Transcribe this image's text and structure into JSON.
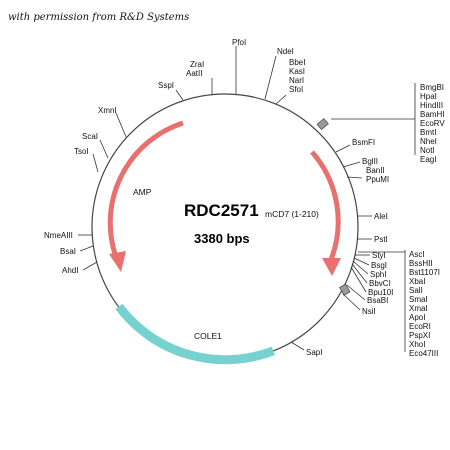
{
  "credit": "with permission from R&D Systems",
  "plasmid": {
    "name": "RDC2571",
    "size": "3380 bps",
    "insert": "mCD7 (1-210)"
  },
  "features": {
    "amp": "AMP",
    "cole1": "COLE1"
  },
  "colors": {
    "backbone": "#444444",
    "amp_arrows": "#e8706e",
    "cole1": "#76d2cf",
    "ticks": "#333333"
  },
  "sites": {
    "top": [
      "PfoI",
      "ZraI",
      "AatII",
      "SspI",
      "NdeI",
      "BbeI",
      "KasI",
      "NarI",
      "SfoI"
    ],
    "right_upper": [
      "BmgBI",
      "HpaI",
      "HindIII",
      "BamHI",
      "EcoRV",
      "BmtI",
      "NheI",
      "NotI",
      "EagI"
    ],
    "right_mid": [
      "BsmFI",
      "BglII",
      "BanII",
      "PpuMI",
      "AleI",
      "PstI",
      "StyI",
      "BsgI",
      "SphI",
      "BbvCI",
      "Bpu10I",
      "BsaBI",
      "NsiI"
    ],
    "right_lower": [
      "AscI",
      "BssHII",
      "Bst1107I",
      "XbaI",
      "SalI",
      "SmaI",
      "XmaI",
      "ApoI",
      "EcoRI",
      "PspXI",
      "XhoI",
      "Eco47III"
    ],
    "left": [
      "XmnI",
      "ScaI",
      "TsoI",
      "NmeAIII",
      "BsaI",
      "AhdI"
    ],
    "bottom": [
      "SapI"
    ]
  }
}
